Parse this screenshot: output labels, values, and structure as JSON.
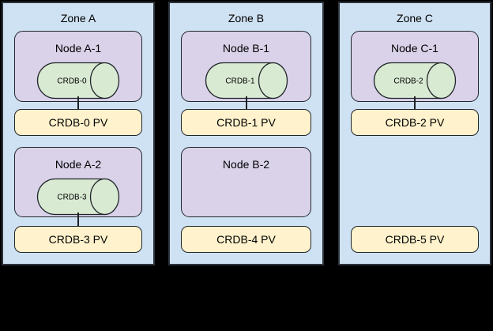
{
  "diagram": {
    "description": "Three availability zones with Kubernetes nodes, CRDB pods and persistent volumes",
    "colors": {
      "background": "#000000",
      "zone_fill": "#cfe2f3",
      "zone_border": "#2e343c",
      "node_fill": "#d9d2e9",
      "pod_fill": "#d9ead3",
      "pv_fill": "#fff2cc",
      "shape_border": "#22262b"
    }
  },
  "zones": [
    {
      "title": "Zone A",
      "nodes": [
        {
          "label": "Node A-1",
          "pod": "CRDB-0"
        },
        {
          "label": "Node A-2",
          "pod": "CRDB-3"
        }
      ],
      "pvs": [
        "CRDB-0 PV",
        "CRDB-3 PV"
      ]
    },
    {
      "title": "Zone B",
      "nodes": [
        {
          "label": "Node B-1",
          "pod": "CRDB-1"
        },
        {
          "label": "Node B-2"
        }
      ],
      "pvs": [
        "CRDB-1 PV",
        "CRDB-4 PV"
      ]
    },
    {
      "title": "Zone C",
      "nodes": [
        {
          "label": "Node C-1",
          "pod": "CRDB-2"
        }
      ],
      "pvs": [
        "CRDB-2 PV",
        "CRDB-5 PV"
      ]
    }
  ]
}
